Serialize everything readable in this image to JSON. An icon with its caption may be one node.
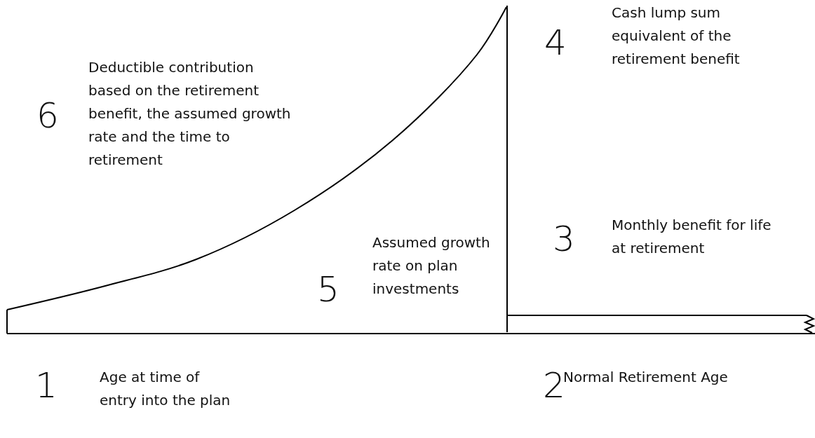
{
  "diagram": {
    "labels": [
      "4",
      "Cash lump sum equivalent of the retirement benefit",
      "6",
      "Deductible contribution based on the retirement benefit, the assumed growth rate and the time to retirement",
      "3",
      "Monthly benefit for life at retirement",
      "5",
      "Assumed growth rate on plan investments",
      "1",
      "Age at time of entry into the plan",
      "2",
      "Normal Retirement Age"
    ]
  }
}
